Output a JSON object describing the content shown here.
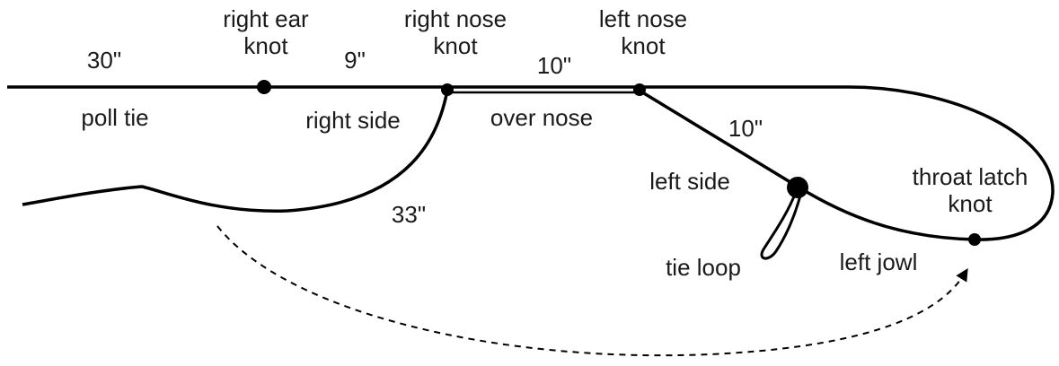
{
  "diagram": {
    "ink_color": "#000000",
    "labels": {
      "poll_tie_length": "30\"",
      "right_ear_line1": "right ear",
      "right_ear_line2": "knot",
      "right_side_length": "9\"",
      "right_nose_line1": "right nose",
      "right_nose_line2": "knot",
      "over_nose_length": "10\"",
      "left_nose_line1": "left nose",
      "left_nose_line2": "knot",
      "poll_tie": "poll tie",
      "right_side": "right side",
      "over_nose": "over nose",
      "left_side_length": "10\"",
      "left_side": "left side",
      "throat_latch_line1": "throat latch",
      "throat_latch_line2": "knot",
      "tail_length": "33\"",
      "tie_loop": "tie loop",
      "left_jowl": "left jowl"
    }
  }
}
